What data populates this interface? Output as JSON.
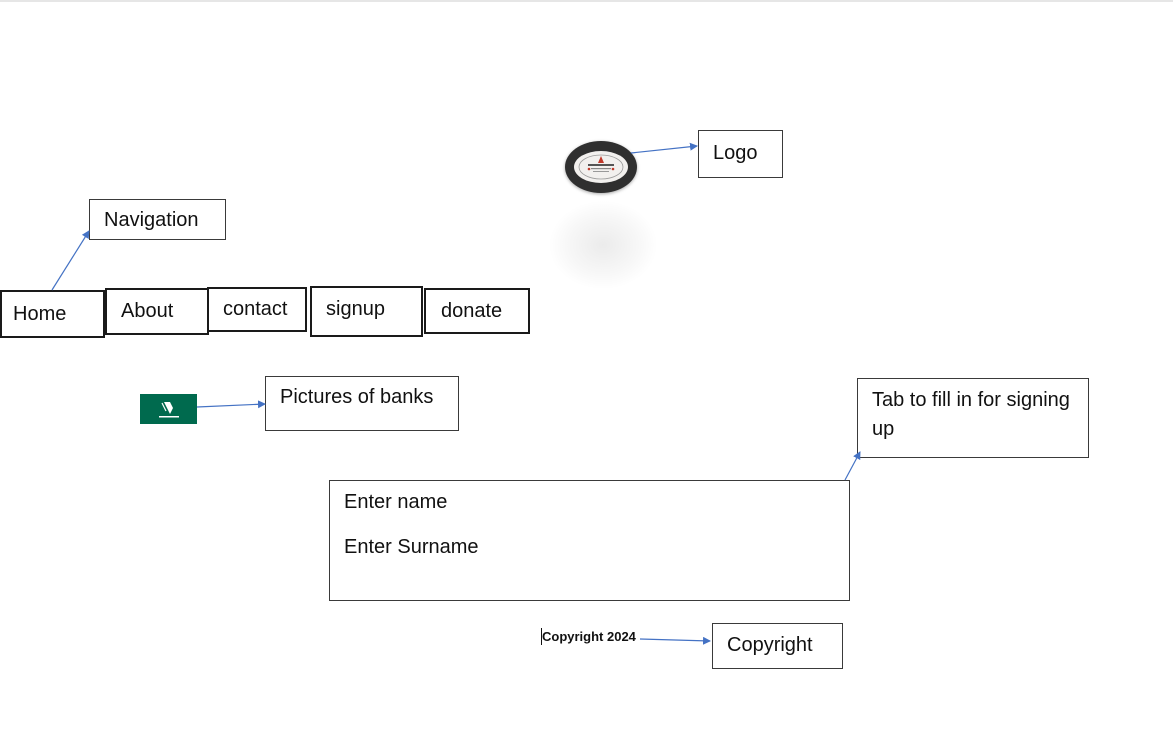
{
  "callouts": {
    "navigation": "Navigation",
    "logo": "Logo",
    "pictures_of_banks": "Pictures of banks",
    "signup_tab": "Tab to fill in for signing up",
    "copyright": "Copyright"
  },
  "nav": {
    "items": [
      {
        "label": "Home"
      },
      {
        "label": "About"
      },
      {
        "label": "contact"
      },
      {
        "label": "signup"
      },
      {
        "label": "donate"
      }
    ]
  },
  "form": {
    "name_field": "Enter name",
    "surname_field": "Enter Surname"
  },
  "footer": {
    "copyright_text": "Copyright 2024"
  },
  "colors": {
    "arrow": "#4472c4",
    "bank_green": "#006a4e",
    "logo_ring": "#2f2f2f",
    "logo_accent": "#c0392b"
  }
}
